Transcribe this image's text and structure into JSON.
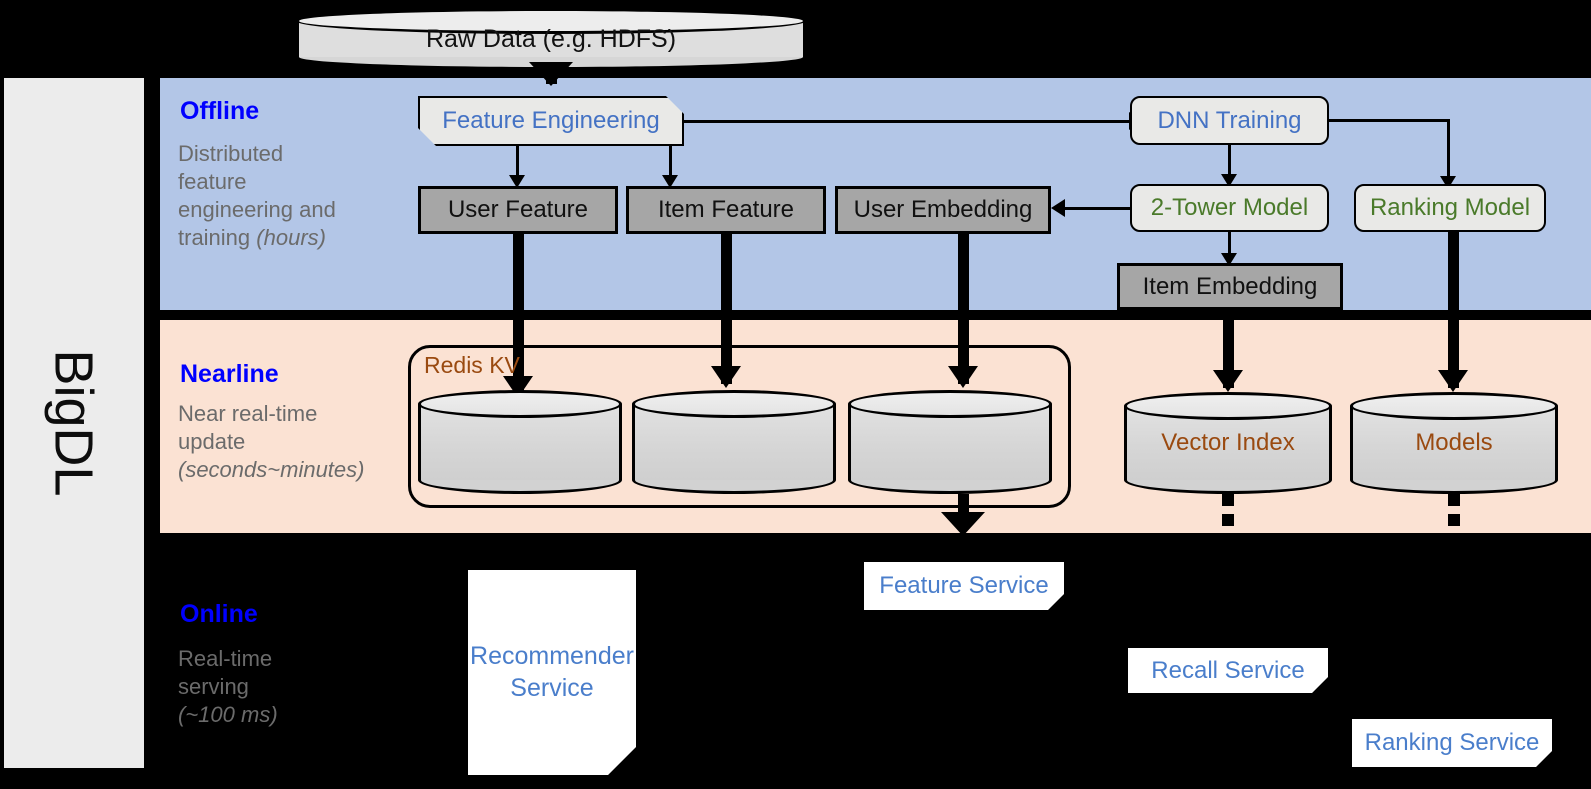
{
  "framework": {
    "name": "BigDL"
  },
  "source": {
    "label": "Raw Data (e.g. HDFS)"
  },
  "stages": [
    {
      "key": "offline",
      "title": "Offline",
      "description_line1": "Distributed",
      "description_line2": "feature",
      "description_line3": "engineering and",
      "description_line4": "training ",
      "latency": "(hours)",
      "bg_color": "#b3c6e7",
      "title_color": "#0000ff"
    },
    {
      "key": "nearline",
      "title": "Nearline",
      "description_line1": "Near real-time",
      "description_line2": "update",
      "latency": "(seconds~minutes)",
      "bg_color": "#fbe2d3",
      "title_color": "#0000ff"
    },
    {
      "key": "online",
      "title": "Online",
      "description_line1": "Real-time",
      "description_line2": "serving",
      "latency": "(~100 ms)",
      "bg_color": "#000000",
      "title_color": "#0000ff"
    }
  ],
  "offline": {
    "feature_engineering": "Feature Engineering",
    "dnn_training": "DNN Training",
    "user_feature": "User Feature",
    "item_feature": "Item Feature",
    "user_embedding": "User Embedding",
    "two_tower_model": "2-Tower Model",
    "ranking_model": "Ranking Model",
    "item_embedding": "Item Embedding"
  },
  "nearline": {
    "redis_group_label": "Redis KV",
    "vector_index": "Vector Index",
    "models": "Models",
    "store_color": "#9a4a10"
  },
  "online": {
    "recommender_service_line1": "Recommender",
    "recommender_service_line2": "Service",
    "feature_service": "Feature Service",
    "recall_service": "Recall Service",
    "ranking_service": "Ranking Service",
    "service_text_color": "#4a7ecb"
  },
  "palette": {
    "offline_band": "#b3c6e7",
    "nearline_band": "#fbe2d3",
    "online_band": "#000000",
    "rail": "#ececec",
    "gray_node": "#a6a6a6",
    "proc_node": "#e9e9e7",
    "blue_text": "#4472c4",
    "green_text": "#4a7a2a",
    "brown_text": "#9a4a10",
    "muted_text": "#6b6b6b"
  }
}
